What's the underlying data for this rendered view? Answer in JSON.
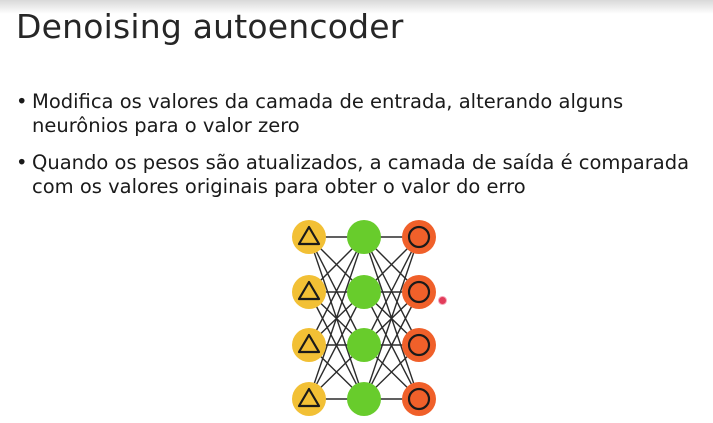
{
  "slide": {
    "title": "Denoising autoencoder",
    "bullets": [
      "Modifica os valores da camada de entrada, alterando alguns neurônios para o valor zero",
      "Quando os pesos são atualizados, a camada de saída é comparada com os valores originais para obter o valor do erro"
    ],
    "bullet_symbol": "•"
  },
  "diagram": {
    "layers": [
      {
        "role": "input",
        "nodes": 4,
        "color": "#f2c035",
        "symbol": "triangle"
      },
      {
        "role": "hidden",
        "nodes": 4,
        "color": "#68cc2c",
        "symbol": "none"
      },
      {
        "role": "output",
        "nodes": 4,
        "color": "#f0602a",
        "symbol": "circle"
      }
    ],
    "edge_color": "#2b2b2b"
  },
  "colors": {
    "title": "#262626",
    "text": "#1a1a1a",
    "cursor": "#e23c5a"
  }
}
